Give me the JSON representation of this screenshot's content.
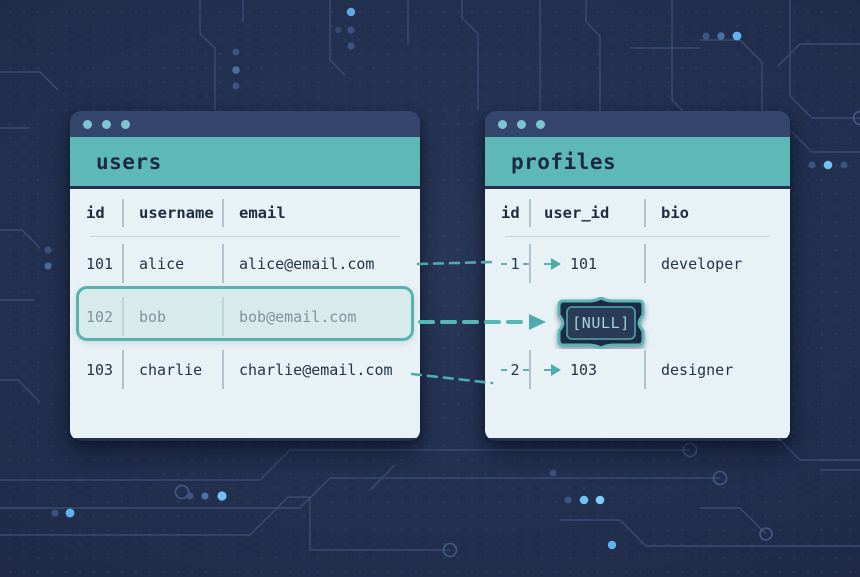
{
  "scene": {
    "title": "SQL LEFT JOIN with NULL relationship diagram",
    "background_color": "#22304f",
    "accent_teal": "#5fb8b8",
    "arrow_color": "#4fabab",
    "panel_bg": "#e8f2f6",
    "titlebar_color": "#36456b"
  },
  "tables": [
    {
      "name": "users",
      "window_dots": [
        "dot-1",
        "dot-2",
        "dot-3"
      ],
      "columns": [
        "id",
        "username",
        "email"
      ],
      "rows": [
        {
          "id": "101",
          "username": "alice",
          "email": "alice@email.com",
          "highlighted": false
        },
        {
          "id": "102",
          "username": "bob",
          "email": "bob@email.com",
          "highlighted": true
        },
        {
          "id": "103",
          "username": "charlie",
          "email": "charlie@email.com",
          "highlighted": false
        }
      ]
    },
    {
      "name": "profiles",
      "window_dots": [
        "dot-1",
        "dot-2",
        "dot-3"
      ],
      "columns": [
        "id",
        "user_id",
        "bio"
      ],
      "rows": [
        {
          "id": "1",
          "user_id": "101",
          "bio": "developer",
          "is_null": false
        },
        {
          "id": "",
          "user_id": "",
          "bio": "",
          "is_null": true
        },
        {
          "id": "2",
          "user_id": "103",
          "bio": "designer",
          "is_null": false
        }
      ]
    }
  ],
  "null_badge": {
    "label": "[NULL]",
    "fill": "#2a3a56",
    "border": "#5bb4b4",
    "text_color": "#9fd6d6"
  },
  "connectors": [
    {
      "from": "users.101",
      "to": "profiles.1",
      "style": "dashed",
      "emphasis": "normal"
    },
    {
      "from": "users.102",
      "to": "null-badge",
      "style": "dashed",
      "emphasis": "strong"
    },
    {
      "from": "users.103",
      "to": "profiles.2",
      "style": "dashed",
      "emphasis": "normal"
    }
  ]
}
